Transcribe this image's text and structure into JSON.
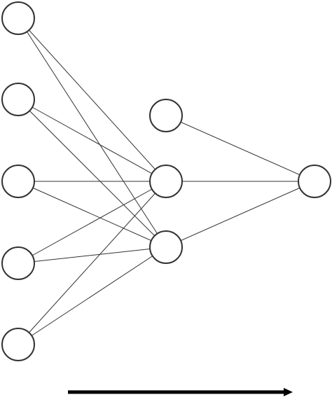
{
  "diagram": {
    "nodes": [
      {
        "id": "input-1",
        "layer": "input"
      },
      {
        "id": "input-2",
        "layer": "input"
      },
      {
        "id": "input-3",
        "layer": "input"
      },
      {
        "id": "input-4",
        "layer": "input"
      },
      {
        "id": "input-5",
        "layer": "input"
      },
      {
        "id": "hidden-1",
        "layer": "hidden"
      },
      {
        "id": "hidden-2",
        "layer": "hidden"
      },
      {
        "id": "hidden-3",
        "layer": "hidden"
      },
      {
        "id": "output-1",
        "layer": "output"
      }
    ],
    "edges": [
      [
        "input-1",
        "hidden-2"
      ],
      [
        "input-1",
        "hidden-3"
      ],
      [
        "input-2",
        "hidden-2"
      ],
      [
        "input-2",
        "hidden-3"
      ],
      [
        "input-3",
        "hidden-2"
      ],
      [
        "input-3",
        "hidden-3"
      ],
      [
        "input-4",
        "hidden-2"
      ],
      [
        "input-4",
        "hidden-3"
      ],
      [
        "input-5",
        "hidden-2"
      ],
      [
        "input-5",
        "hidden-3"
      ],
      [
        "hidden-1",
        "output-1"
      ],
      [
        "hidden-2",
        "output-1"
      ],
      [
        "hidden-3",
        "output-1"
      ]
    ],
    "arrow_direction": "right",
    "colors": {
      "stroke": "#333333",
      "node_fill": "#ffffff",
      "arrow": "#000000"
    }
  }
}
